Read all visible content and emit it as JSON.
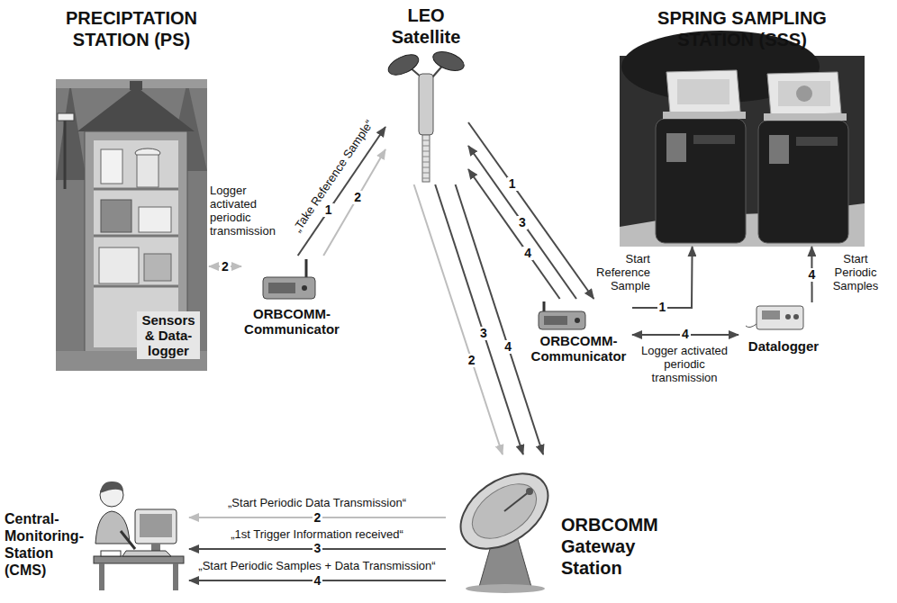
{
  "diagram": {
    "nodes": [
      {
        "text": [
          "PRECIPTATION STATION (PS)",
          "Sensors & Data- logger"
        ]
      },
      {
        "text": [
          "LEO Satellite"
        ]
      },
      {
        "text": [
          "SPRING SAMPLING STATION (SSS)"
        ]
      },
      {
        "text": [
          "ORBCOMM- Communicator"
        ]
      },
      {
        "text": [
          "ORBCOMM- Communicator"
        ]
      },
      {
        "text": [
          "Datalogger"
        ]
      },
      {
        "text": [
          "Central- Monitoring- Station (CMS)"
        ]
      },
      {
        "text": [
          "ORBCOMM Gateway Station"
        ]
      }
    ],
    "edges": [
      {
        "from": 0,
        "to": 3,
        "arrow": "both",
        "label": "2"
      },
      {
        "from": 3,
        "to": 1,
        "arrow": "to",
        "label": "1"
      },
      {
        "from": 3,
        "to": 1,
        "arrow": "to",
        "label": "2"
      },
      {
        "from": 1,
        "to": 4,
        "arrow": "to",
        "label": "1"
      },
      {
        "from": 4,
        "to": 1,
        "arrow": "to",
        "label": "3"
      },
      {
        "from": 4,
        "to": 1,
        "arrow": "to",
        "label": "4"
      },
      {
        "from": 1,
        "to": 7,
        "arrow": "to",
        "label": "2"
      },
      {
        "from": 1,
        "to": 7,
        "arrow": "to",
        "label": "3"
      },
      {
        "from": 1,
        "to": 7,
        "arrow": "to",
        "label": "4"
      },
      {
        "from": 4,
        "to": 2,
        "arrow": "to",
        "label": "1"
      },
      {
        "from": 5,
        "to": 2,
        "arrow": "to",
        "label": "4"
      },
      {
        "from": 4,
        "to": 5,
        "arrow": "both",
        "label": "4"
      },
      {
        "from": 7,
        "to": 6,
        "arrow": "to",
        "label": "2"
      },
      {
        "from": 7,
        "to": 6,
        "arrow": "to",
        "label": "3"
      },
      {
        "from": 7,
        "to": 6,
        "arrow": "to",
        "label": "4"
      }
    ],
    "labels": [
      "Logger activated periodic transmission",
      "„Take Reference Sample“",
      "Start Reference Sample",
      "Start Periodic Samples",
      "Logger activated periodic transmission",
      "„Start Periodic Data Transmission“",
      "„1st Trigger Information received“",
      "„Start Periodic Samples + Data Transmission“"
    ]
  }
}
